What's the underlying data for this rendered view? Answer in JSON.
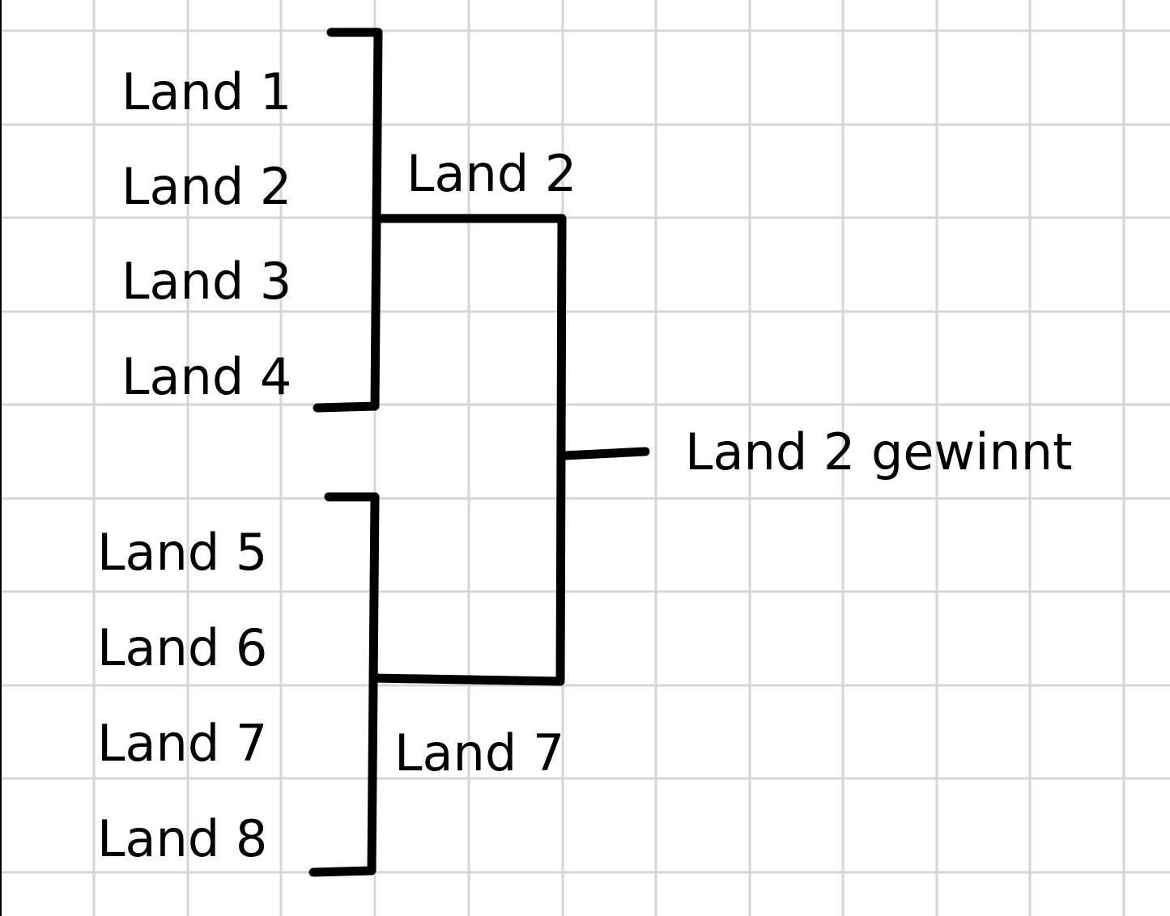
{
  "colors": {
    "background": "#ffffff",
    "grid": "#d6d6d6",
    "ink": "#000000"
  },
  "bracket": {
    "first_round": [
      "Land 1",
      "Land 2",
      "Land 3",
      "Land 4",
      "Land 5",
      "Land 6",
      "Land 7",
      "Land 8"
    ],
    "semifinal_winners": [
      "Land 2",
      "Land 7"
    ],
    "result": "Land 2 gewinnt"
  }
}
